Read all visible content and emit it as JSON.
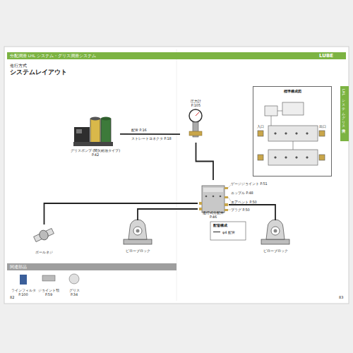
{
  "diagram": {
    "title": "システムレイアウト",
    "nodes": [
      {
        "text": [
          "グリスポンプ (間欠給油タイプ)",
          "P.42"
        ]
      },
      {
        "text": [
          "圧力計",
          "P.105"
        ]
      },
      {
        "text": [
          "標準構成図"
        ]
      },
      {
        "text": [
          "進行式分配弁",
          "P.46"
        ]
      },
      {
        "text": [
          "ボールネジ"
        ]
      },
      {
        "text": [
          "ピローブロック"
        ]
      },
      {
        "text": [
          "ピローブロック"
        ]
      },
      {
        "text": [
          "ラインフィルタ",
          "P.100"
        ]
      },
      {
        "text": [
          "ジョイント類",
          "P.59"
        ]
      },
      {
        "text": [
          "グリス",
          "P.34"
        ]
      }
    ],
    "edges": [
      {
        "from": 0,
        "to": 1,
        "arrow": "none"
      },
      {
        "from": 1,
        "to": 3,
        "arrow": "none"
      },
      {
        "from": 3,
        "to": 4,
        "arrow": "none"
      },
      {
        "from": 3,
        "to": 5,
        "arrow": "none"
      },
      {
        "from": 3,
        "to": 6,
        "arrow": "none"
      }
    ],
    "labels": [
      "分配潤滑 LHL システム・グリス潤滑システム",
      "LUBE",
      "進行方式",
      "LHL システム・グリス潤滑",
      "配管 P.16",
      "ストレートコネクタ P.18",
      "ゲージジョイント P.51",
      "エアベント P.50",
      "プラグ P.50",
      "ニップル P.48",
      "配管構成",
      "関連部品",
      "82",
      "83",
      "入口",
      "出口"
    ],
    "legend": [
      {
        "text": "φ4 配管"
      }
    ]
  }
}
